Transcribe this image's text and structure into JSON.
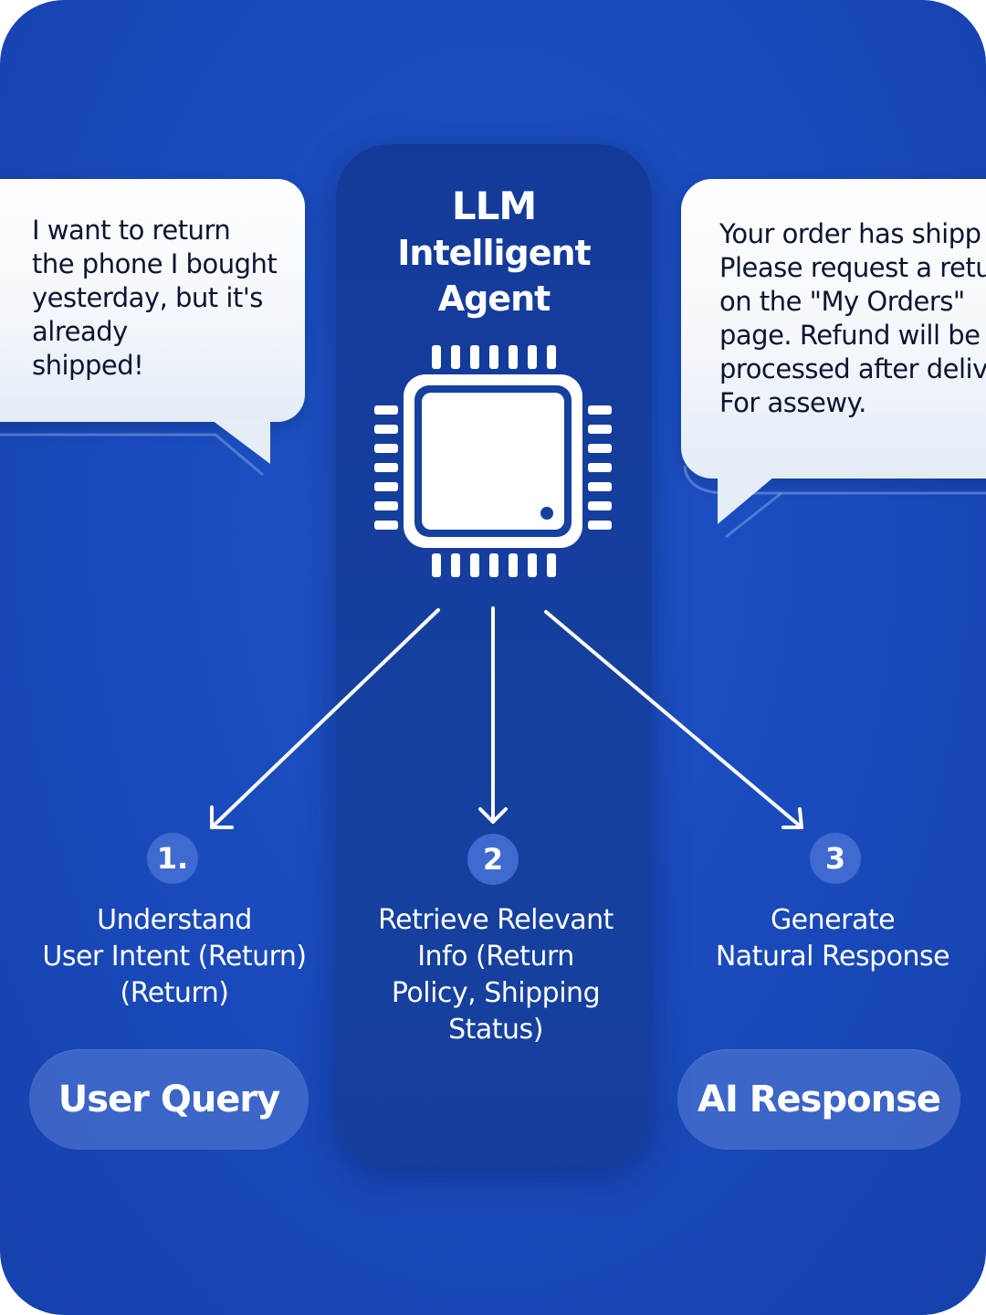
{
  "agent": {
    "title_line1": "LLM",
    "title_line2": "Intelligent Agent",
    "icon": "cpu-chip-icon"
  },
  "user_bubble": {
    "lines": [
      "I want to return",
      "the phone I bought",
      "yesterday, but it's",
      "already",
      "shipped!"
    ]
  },
  "ai_bubble": {
    "lines": [
      "Your order has shipp",
      "Please request a retu",
      "on the \"My Orders\"",
      "page. Refund will be",
      "processed after deliv",
      "For assewy."
    ]
  },
  "steps": [
    {
      "number": "1.",
      "label_lines": [
        "Understand",
        "User Intent (Return)",
        "(Return)"
      ]
    },
    {
      "number": "2",
      "label_lines": [
        "Retrieve Relevant",
        "Info (Return",
        "Policy, Shipping",
        "Status)"
      ]
    },
    {
      "number": "3",
      "label_lines": [
        "Generate",
        "Natural Response"
      ]
    }
  ],
  "pills": {
    "user_query": "User Query",
    "ai_response": "AI Response"
  },
  "colors": {
    "background": "#1a4bbd",
    "column": "#15409f",
    "bubble": "#ffffff",
    "step_circle": "#3f6ad0",
    "pill": "#6e91e1"
  }
}
